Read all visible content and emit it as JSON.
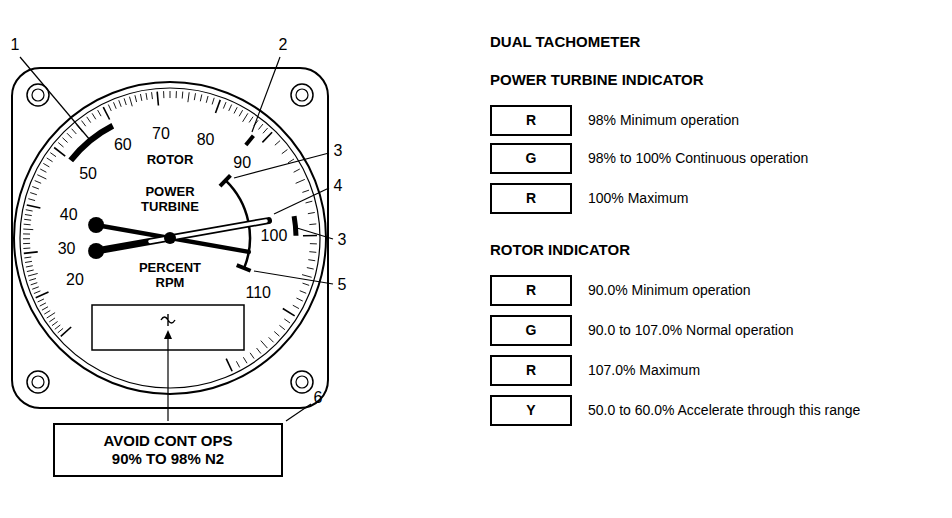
{
  "diagram": {
    "title": "DUAL TACHOMETER",
    "nodes": [
      {
        "text": [
          "AVOID CONT OPS 90% TO 98% N2"
        ]
      },
      {
        "text": [
          "R"
        ]
      },
      {
        "text": [
          "G"
        ]
      },
      {
        "text": [
          "R"
        ]
      },
      {
        "text": [
          "R"
        ]
      },
      {
        "text": [
          "G"
        ]
      },
      {
        "text": [
          "R"
        ]
      },
      {
        "text": [
          "Y"
        ]
      }
    ],
    "labels": [
      "1",
      "2",
      "3",
      "4",
      "3",
      "5",
      "6",
      "20",
      "30",
      "40",
      "50",
      "60",
      "70",
      "80",
      "90",
      "100",
      "110",
      "ROTOR",
      "POWER TURBINE",
      "PERCENT RPM",
      "POWER TURBINE INDICATOR",
      "98% Minimum operation",
      "98% to 100% Continuous operation",
      "100% Maximum",
      "ROTOR INDICATOR",
      "90.0% Minimum operation",
      "90.0 to 107.0% Normal operation",
      "107.0% Maximum",
      "50.0 to 60.0% Accelerate through this range"
    ]
  }
}
